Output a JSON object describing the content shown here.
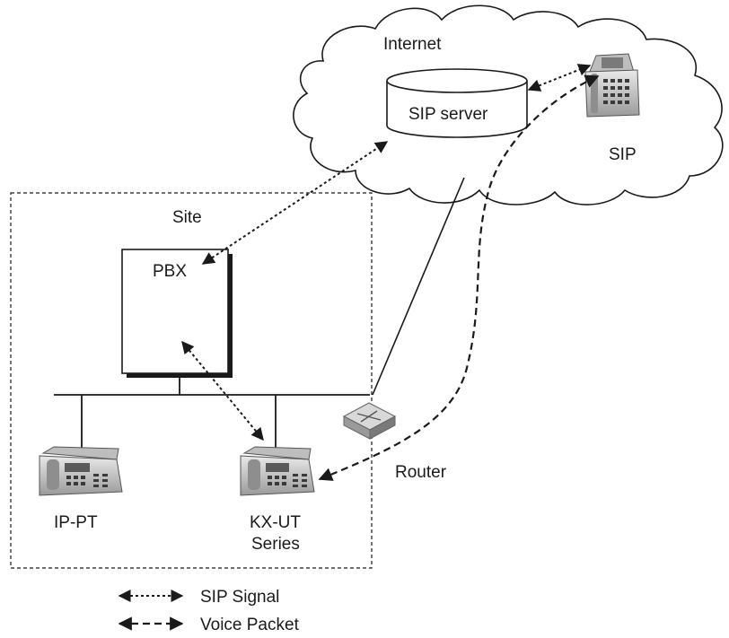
{
  "labels": {
    "internet": "Internet",
    "sip_server": "SIP server",
    "sip_phone": "SIP",
    "site": "Site",
    "pbx": "PBX",
    "router": "Router",
    "ip_pt": "IP-PT",
    "kx_ut_line1": "KX-UT",
    "kx_ut_line2": "Series"
  },
  "legend": {
    "sip_signal": "SIP Signal",
    "voice_packet": "Voice Packet"
  }
}
